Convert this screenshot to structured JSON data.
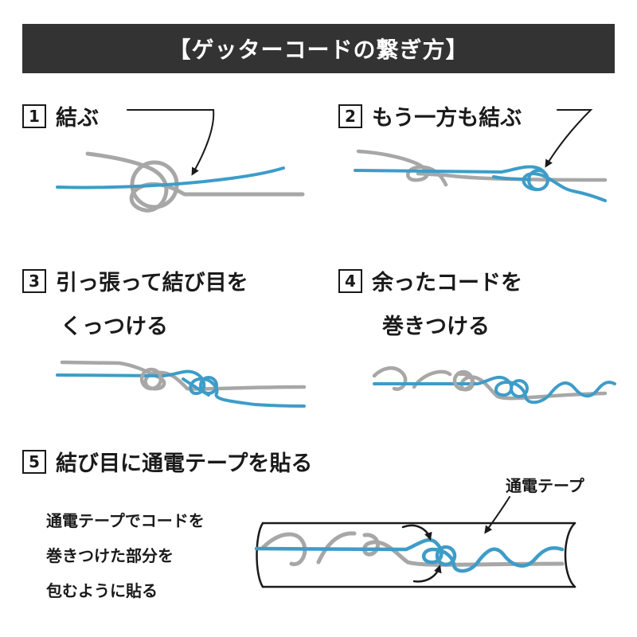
{
  "title": "【ゲッターコードの繋ぎ方】",
  "steps": [
    {
      "num": "1",
      "text": "結ぶ"
    },
    {
      "num": "2",
      "text": "もう一方も結ぶ"
    },
    {
      "num": "3",
      "text": "引っ張って結び目を",
      "text2": "くっつける"
    },
    {
      "num": "4",
      "text": "余ったコードを",
      "text2": "巻きつける"
    },
    {
      "num": "5",
      "text": "結び目に通電テープを貼る"
    }
  ],
  "note": [
    "通電テープでコードを",
    "巻きつけた部分を",
    "包むように貼る"
  ],
  "tape_label": "通電テープ",
  "colors": {
    "blue_cord": "#3e9cc8",
    "gray_cord": "#a7a7a7",
    "title_bg": "#333333"
  }
}
